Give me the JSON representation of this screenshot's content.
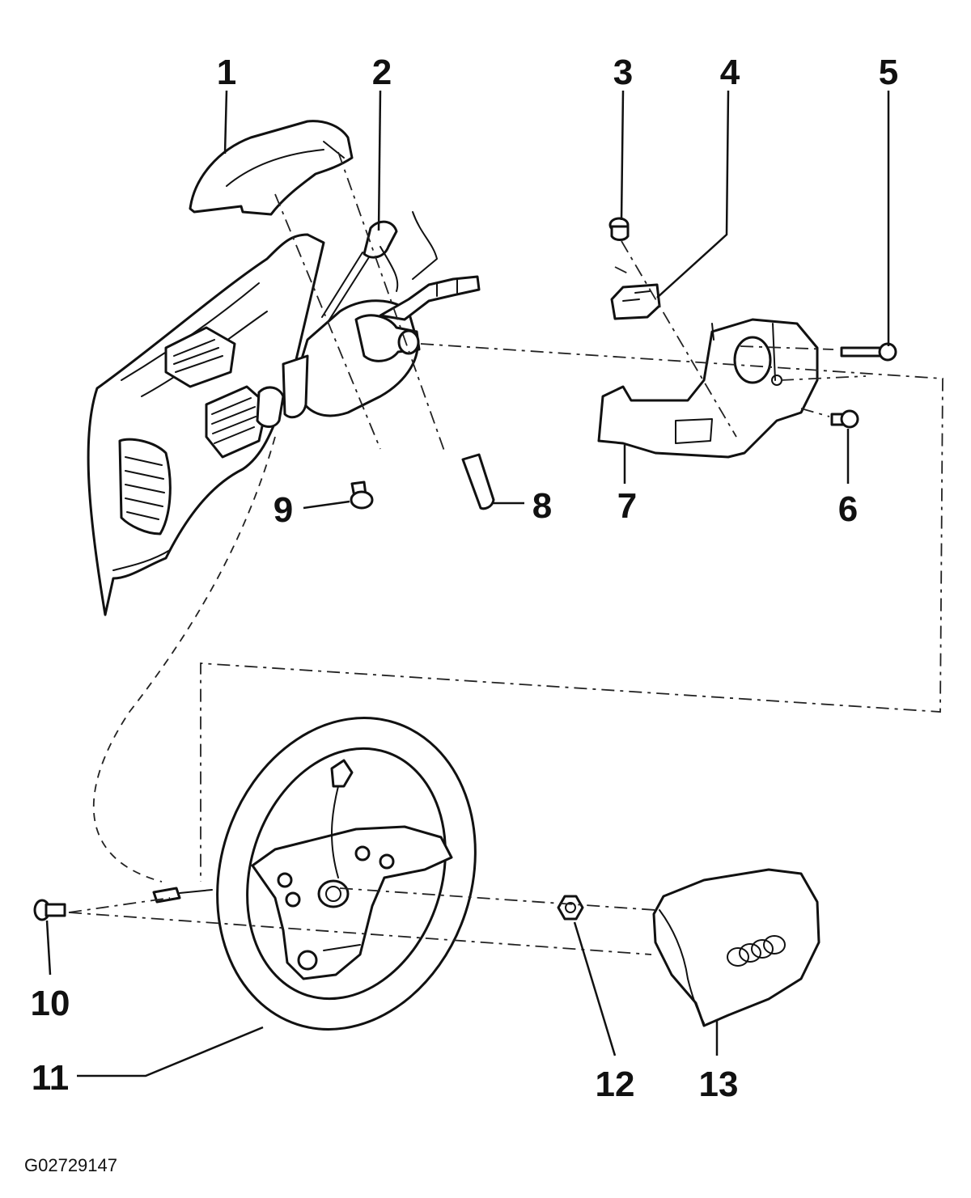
{
  "diagram": {
    "figure_id": "G02729147",
    "callouts": [
      "1",
      "2",
      "3",
      "4",
      "5",
      "6",
      "7",
      "8",
      "9",
      "10",
      "11",
      "12",
      "13"
    ]
  }
}
